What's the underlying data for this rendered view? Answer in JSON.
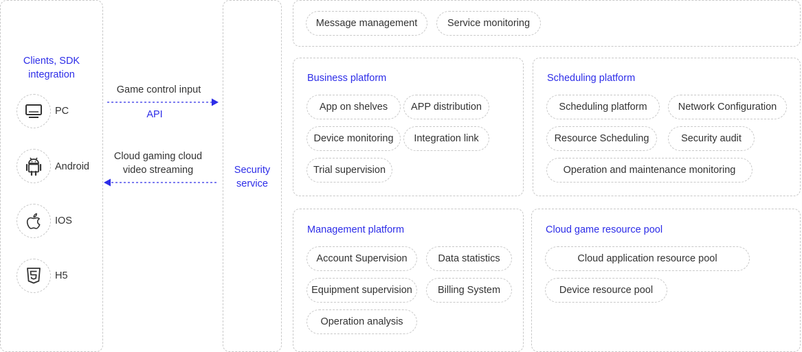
{
  "clients": {
    "title": "Clients, SDK integration",
    "items": [
      {
        "label": "PC",
        "icon": "monitor-icon"
      },
      {
        "label": "Android",
        "icon": "android-icon"
      },
      {
        "label": "IOS",
        "icon": "apple-icon"
      },
      {
        "label": "H5",
        "icon": "html5-icon"
      }
    ]
  },
  "flow": {
    "upper_label": "Game control input",
    "upper_sublabel": "API",
    "lower_label": "Cloud gaming cloud video streaming"
  },
  "security": {
    "label": "Security service"
  },
  "top_bar": {
    "items": [
      "Message management",
      "Service monitoring"
    ]
  },
  "business": {
    "title": "Business platform",
    "items": [
      "App on shelves",
      "APP distribution",
      "Device monitoring",
      "Integration link",
      "Trial supervision"
    ]
  },
  "scheduling": {
    "title": "Scheduling platform",
    "items": [
      "Scheduling platform",
      "Network Configuration",
      "Resource Scheduling",
      "Security audit",
      "Operation and maintenance monitoring"
    ]
  },
  "management": {
    "title": "Management platform",
    "items": [
      "Account Supervision",
      "Data statistics",
      "Equipment supervision",
      "Billing System",
      "Operation analysis"
    ]
  },
  "resource_pool": {
    "title": "Cloud game resource pool",
    "items": [
      "Cloud application resource pool",
      "Device resource pool"
    ]
  },
  "colors": {
    "accent": "#2d2de8",
    "border": "#c8c8c8",
    "text": "#333333"
  }
}
